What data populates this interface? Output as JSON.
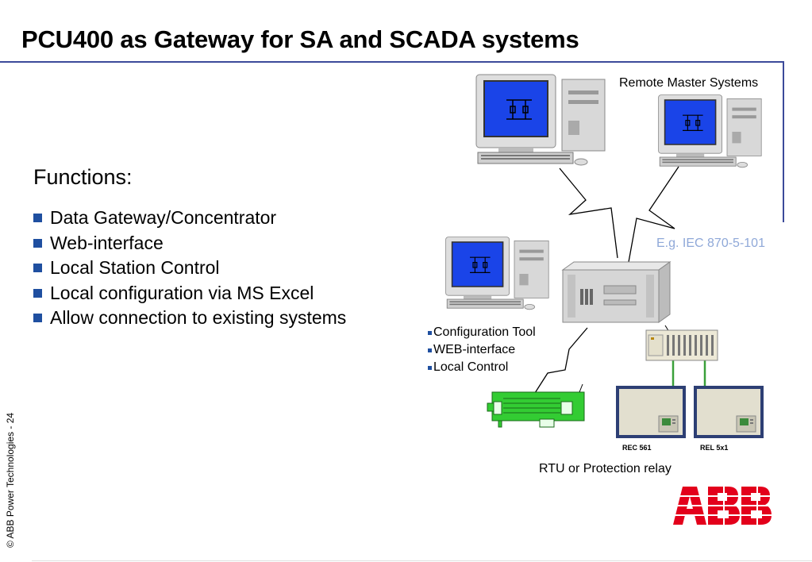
{
  "title": "PCU400 as Gateway for SA and SCADA systems",
  "functions": {
    "heading": "Functions:",
    "items": [
      "Data Gateway/Concentrator",
      "Web-interface",
      "Local Station Control",
      "Local configuration via MS Excel",
      "Allow connection to existing systems"
    ]
  },
  "diagram": {
    "remote_label": "Remote Master Systems",
    "protocol_label": "E.g. IEC 870-5-101",
    "local_tools": [
      "Configuration Tool",
      "WEB-interface",
      "Local Control"
    ],
    "relay_models": [
      "REC 561",
      "REL 5x1"
    ],
    "rtu_label": "RTU or Protection relay",
    "abb_logo_text": "ABB"
  },
  "footer": {
    "copyright": "© ABB Power Technologies - 24"
  },
  "colors": {
    "accent_rule": "#3c4a9a",
    "bullet": "#1f4fa0",
    "screen_blue": "#1a44e8",
    "protocol_text": "#8fa8d8",
    "link_green": "#3aa03a",
    "rtu_green": "#33cc33",
    "abb_red": "#e3001b"
  },
  "icons": [
    "workstation-icon",
    "gateway-icon",
    "rtu-icon",
    "relay-icon",
    "bay-controller-icon",
    "comm-link-icon"
  ]
}
